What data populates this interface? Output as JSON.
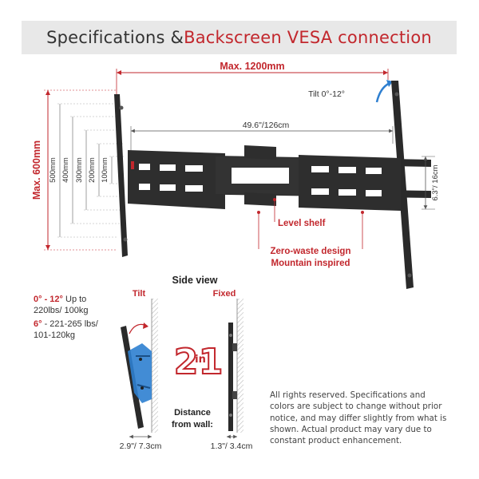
{
  "header": {
    "title_part1": "Specifications & ",
    "title_part2": "Backscreen VESA connection"
  },
  "dims": {
    "max_width": "Max. 1200mm",
    "tilt": "Tilt 0°-12°",
    "span": "49.6\"/126cm",
    "max_height": "Max. 600mm",
    "vesa_heights": [
      "500mm",
      "400mm",
      "300mm",
      "200mm",
      "100mm"
    ],
    "depth_side": "6.3\"/ 16cm"
  },
  "callouts": {
    "level_shelf": "Level shelf",
    "zero_waste_1": "Zero-waste design",
    "zero_waste_2": "Mountain inspired"
  },
  "side_view": {
    "title": "Side view",
    "tilt_label": "Tilt",
    "fixed_label": "Fixed",
    "load1_a": "0° - 12°",
    "load1_b": " Up to",
    "load1_c": "220lbs/ 100kg",
    "load2_a": "6°",
    "load2_b": " - 221-265 lbs/",
    "load2_c": "101-120kg",
    "badge_main": "2",
    "badge_in": "in",
    "badge_end": "1",
    "distance_1": "Distance",
    "distance_2": "from wall:",
    "tilt_dist": "2.9\"/ 7.3cm",
    "fixed_dist": "1.3\"/ 3.4cm"
  },
  "disclaimer": "All rights reserved. Specifications and colors are subject to change without prior notice, and may differ slightly from what is shown. Actual product may vary due to constant product enhancement.",
  "colors": {
    "accent_red": "#c2272d",
    "bracket_blue": "#2e7fd0",
    "metal": "#2a2a2a"
  }
}
